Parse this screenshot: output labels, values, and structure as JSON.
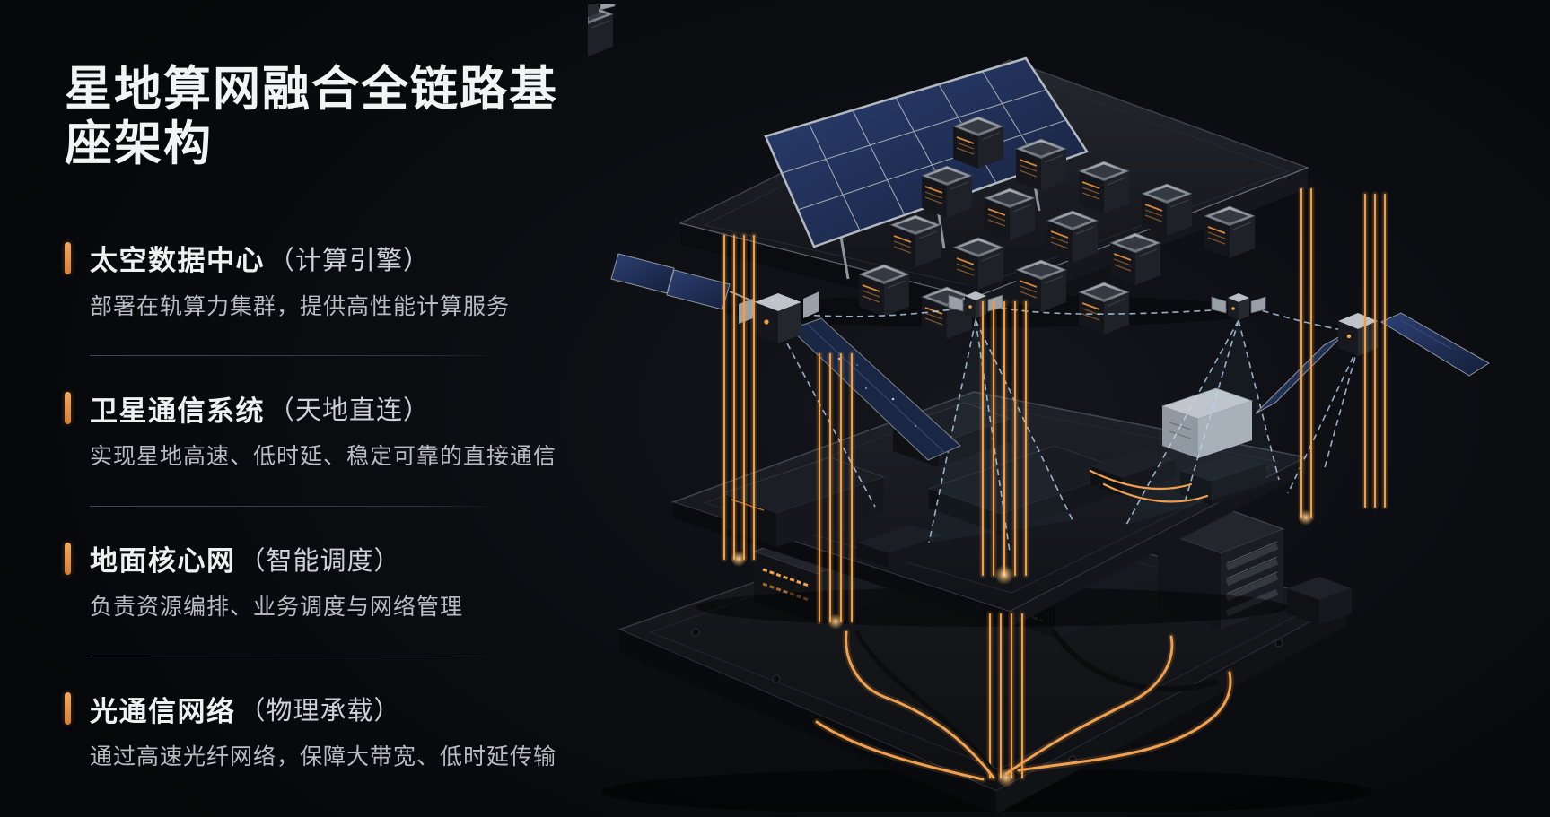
{
  "page": {
    "title": "星地算网融合全链路基座架构"
  },
  "sections": [
    {
      "name": "太空数据中心",
      "tag": "（计算引擎）",
      "desc": "部署在轨算力集群，提供高性能计算服务"
    },
    {
      "name": "卫星通信系统",
      "tag": "（天地直连）",
      "desc": "实现星地高速、低时延、稳定可靠的直接通信"
    },
    {
      "name": "地面核心网",
      "tag": "（智能调度）",
      "desc": "负责资源编排、业务调度与网络管理"
    },
    {
      "name": "光通信网络",
      "tag": "（物理承载）",
      "desc": "通过高速光纤网络，保障大带宽、低时延传输"
    }
  ],
  "colors": {
    "background": "#07080B",
    "accent_orange": "#E08F4C",
    "fiber_orange": "#F2A452",
    "link_blue": "#A9CDEF",
    "solar_blue": "#22335C",
    "title_text": "#F2F3F5",
    "heading_text": "#EFF0F2",
    "subheading_text": "#CED2D7",
    "body_text": "#B9BDC3",
    "divider": "#3A3E44"
  },
  "illustration": {
    "components": [
      "solar-panel-array",
      "compute-cube-cluster",
      "satellite-constellation",
      "inter-satellite-laser-links",
      "space-compute-platform",
      "ground-core-platform",
      "optical-fiber-base",
      "fiber-optic-cables"
    ]
  }
}
